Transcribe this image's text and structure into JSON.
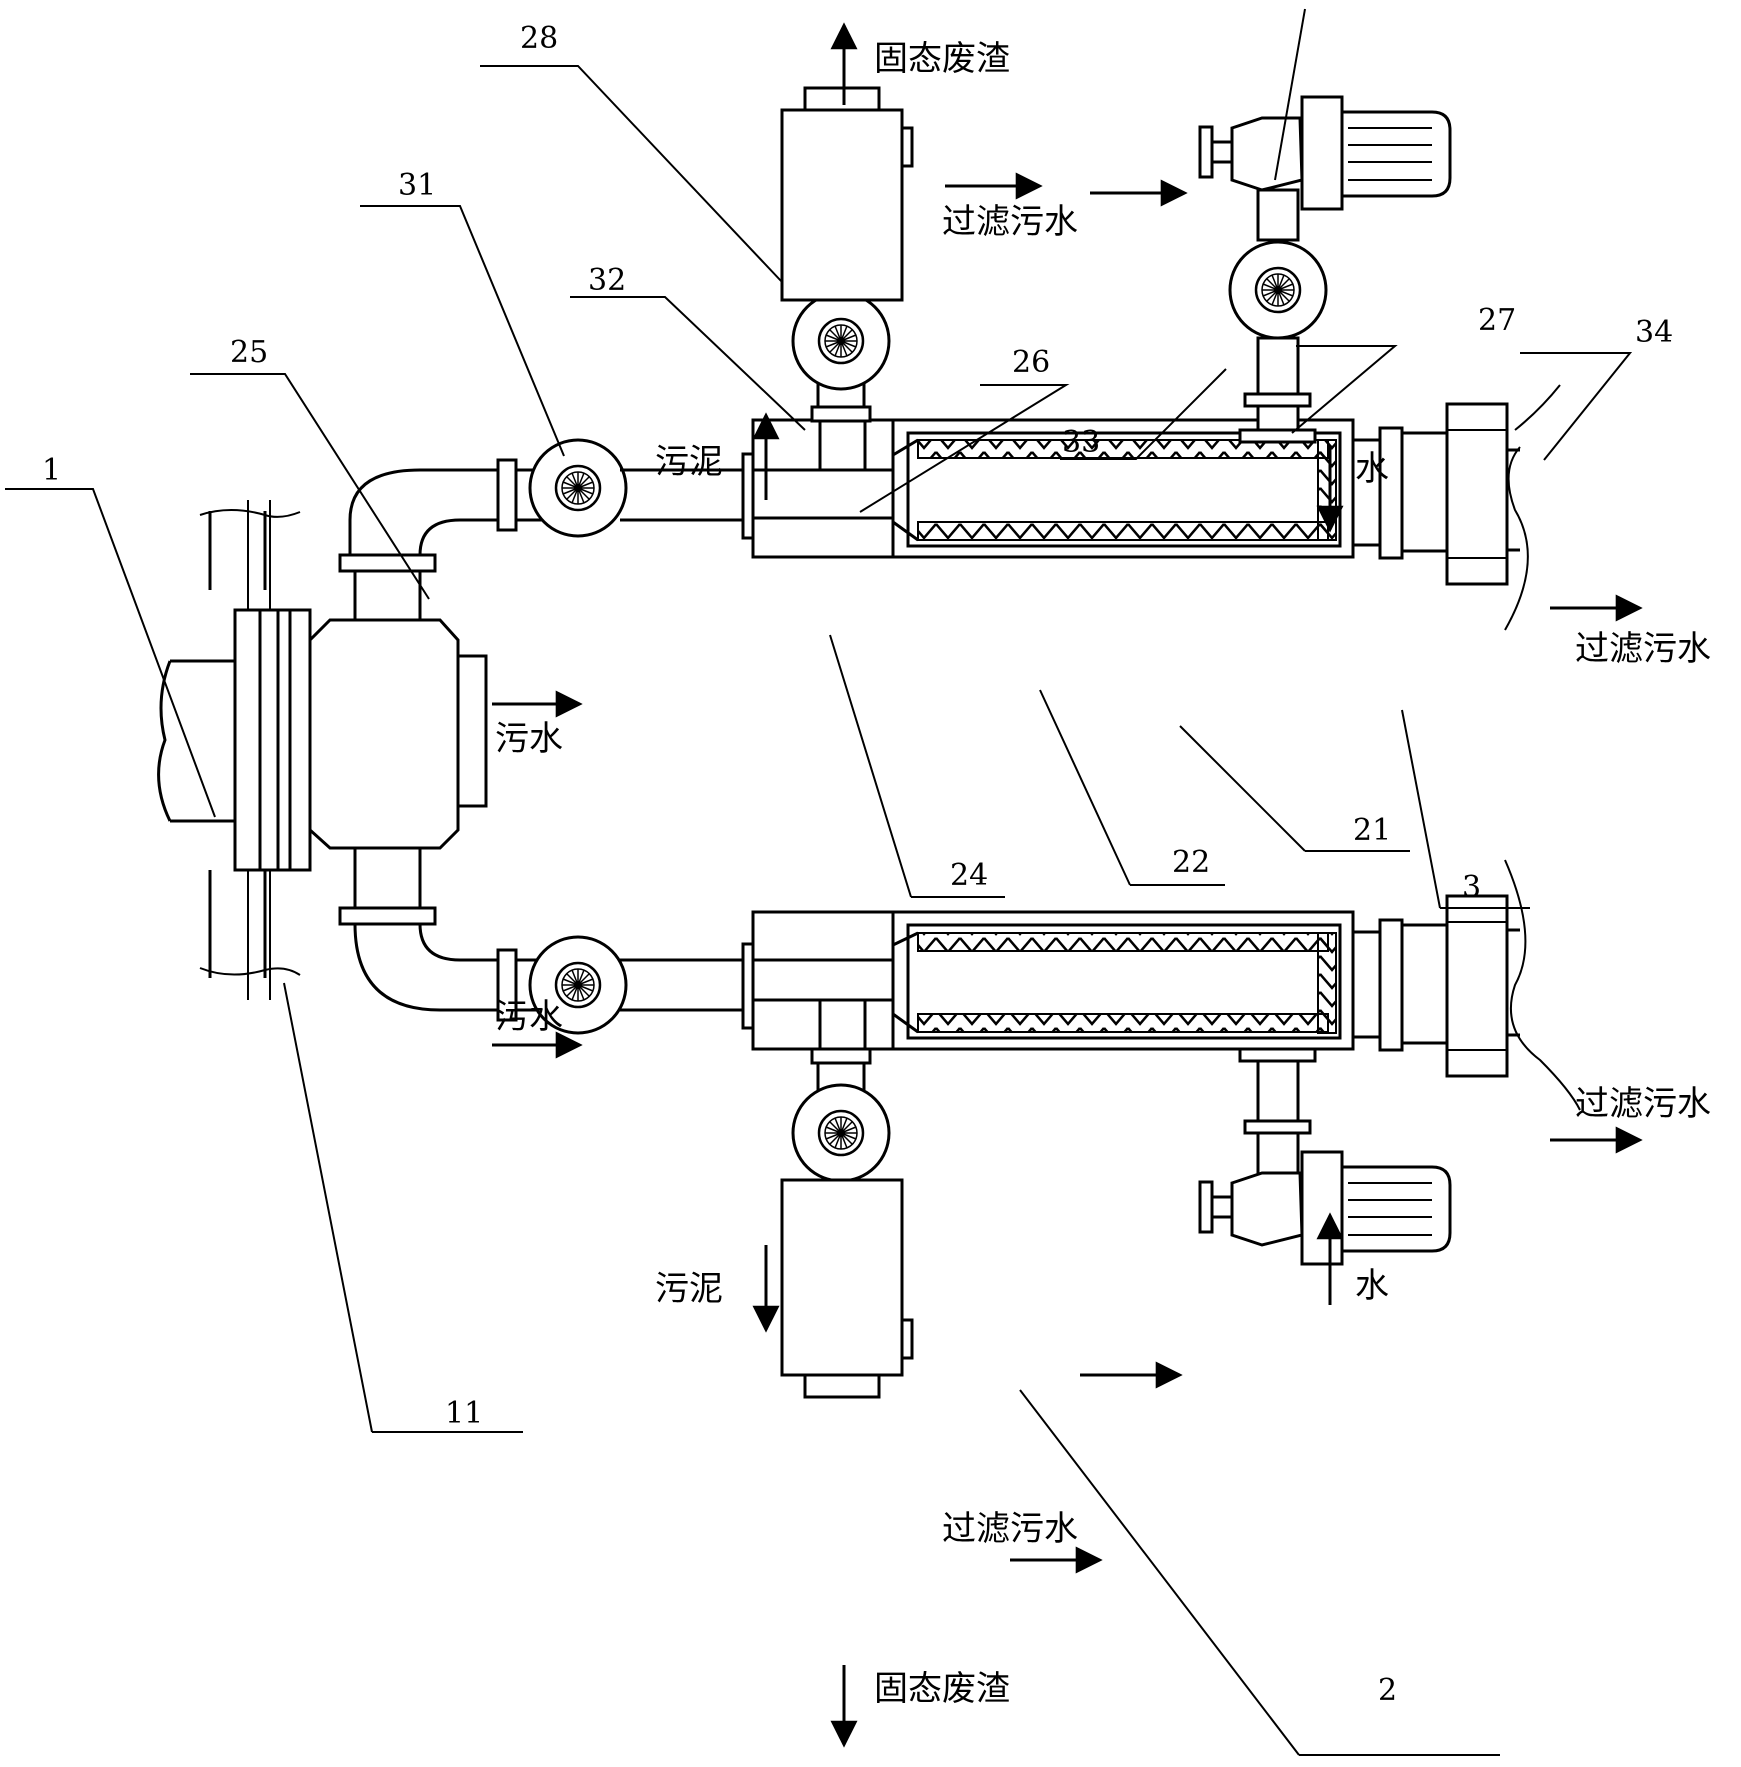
{
  "colors": {
    "ink": "#000000",
    "paper": "#ffffff"
  },
  "parts": {
    "p1": "1",
    "p11": "11",
    "p2": "2",
    "p3": "3",
    "p21": "21",
    "p22": "22",
    "p24": "24",
    "p25": "25",
    "p26": "26",
    "p27": "27",
    "p28": "28",
    "p31": "31",
    "p32": "32",
    "p33": "33",
    "p34": "34"
  },
  "flows": {
    "solid_waste": "固态废渣",
    "filtered_sewage": "过滤污水",
    "sludge": "污泥",
    "sewage": "污水",
    "water": "水"
  },
  "icons": {
    "pump": "centrifugal-pump-icon",
    "motor": "motor-pump-icon",
    "arrow": "flow-arrow-icon"
  }
}
